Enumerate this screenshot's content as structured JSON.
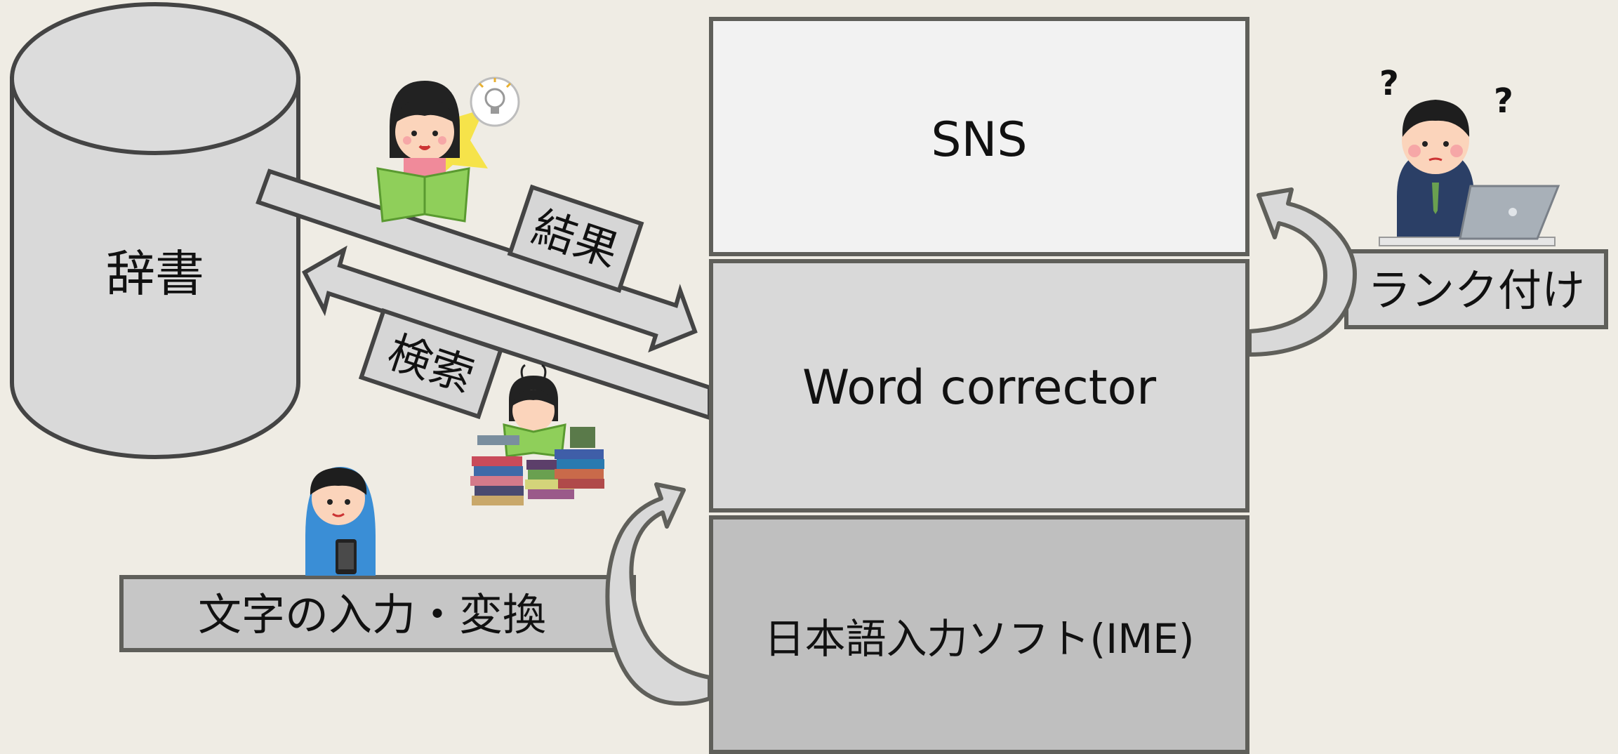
{
  "colors": {
    "background": "#efece4",
    "stroke": "#5f5f5a",
    "layer_top": "#f2f2f2",
    "layer_middle": "#d9d9d9",
    "layer_bottom": "#bfbfbf",
    "cylinder": "#d9d9d9",
    "arrow_fill": "#d9d9d9",
    "label_fill": "#c6c6c6",
    "question_red": "#e02020",
    "question_blue": "#2aa0e0"
  },
  "dictionary": {
    "label": "辞書"
  },
  "stack": {
    "top": "SNS",
    "middle": "Word corrector",
    "bottom": "日本語入力ソフト(IME)"
  },
  "arrows": {
    "result": "結果",
    "search": "検索",
    "input_conversion": "文字の入力・変換",
    "ranking": "ランク付け"
  },
  "characters": {
    "question_mark_1": "?",
    "question_mark_2": "?"
  }
}
